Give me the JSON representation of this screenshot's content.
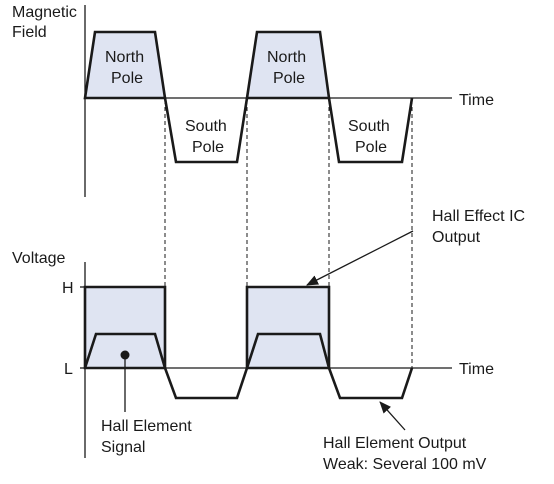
{
  "labels": {
    "magnetic_field_line1": "Magnetic",
    "magnetic_field_line2": "Field",
    "time_top": "Time",
    "north_pole_1a": "North",
    "north_pole_1b": "Pole",
    "south_pole_1a": "South",
    "south_pole_1b": "Pole",
    "north_pole_2a": "North",
    "north_pole_2b": "Pole",
    "south_pole_2a": "South",
    "south_pole_2b": "Pole",
    "voltage": "Voltage",
    "level_h": "H",
    "level_l": "L",
    "time_bottom": "Time",
    "ic_output_line1": "Hall Effect IC",
    "ic_output_line2": "Output",
    "element_signal_line1": "Hall Element",
    "element_signal_line2": "Signal",
    "element_output_line1": "Hall Element Output",
    "element_output_line2": "Weak: Several 100 mV"
  },
  "colors": {
    "pole_fill": "#dfe4f2",
    "stroke": "#1a1a1a"
  }
}
